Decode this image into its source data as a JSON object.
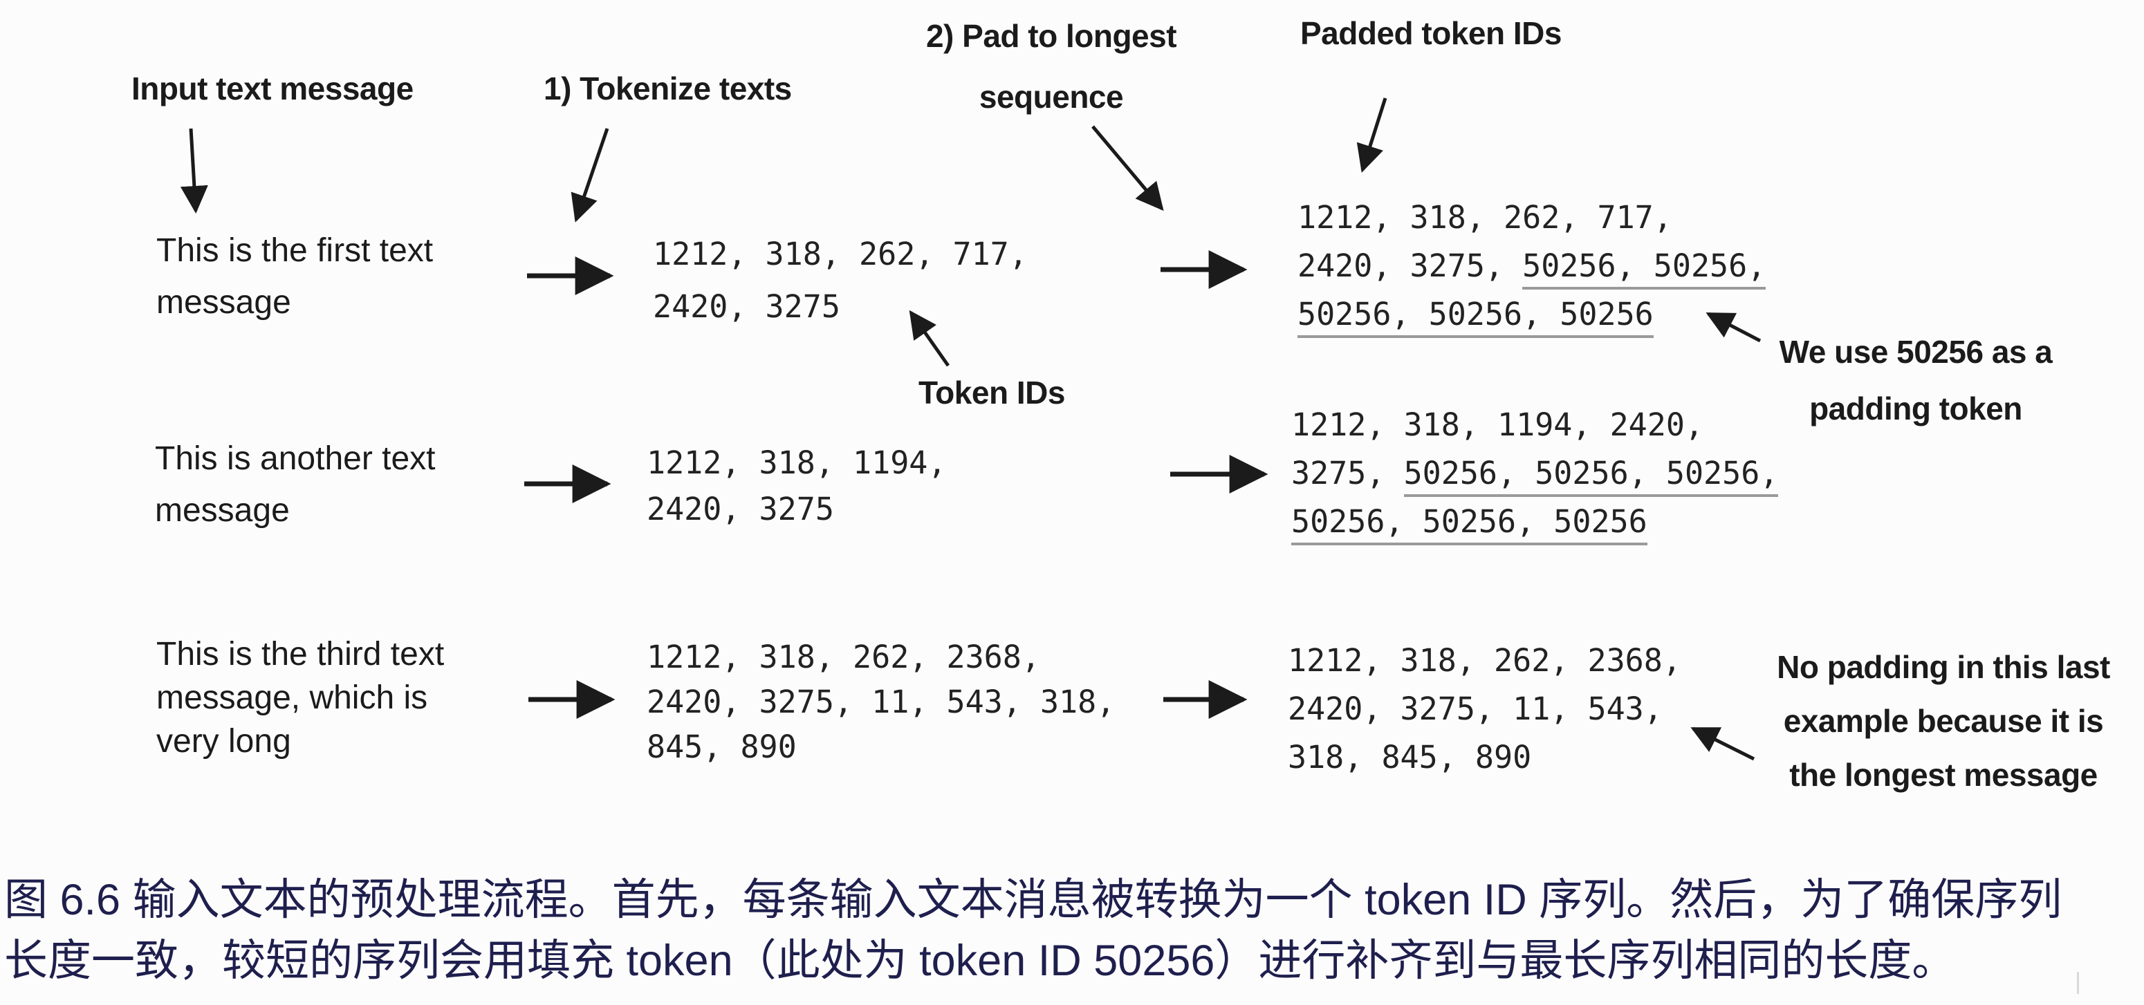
{
  "diagram": {
    "headers": {
      "input": "Input text message",
      "tokenize": "1) Tokenize texts",
      "pad_line1": "2) Pad to longest",
      "pad_line2": "sequence",
      "padded": "Padded token IDs"
    },
    "annotations": {
      "token_ids": "Token IDs",
      "we_use_line1": "We use 50256 as a",
      "we_use_line2": "padding token",
      "no_padding_line1": "No padding in this last",
      "no_padding_line2": "example because it is",
      "no_padding_line3": "the longest message"
    },
    "padding_token_id": "50256",
    "rows": [
      {
        "message_lines": [
          "This is the first text",
          "message"
        ],
        "token_lines": [
          "1212, 318, 262, 717,",
          "2420, 3275"
        ],
        "padded_lines": [
          {
            "plain": "1212, 318, 262, 717,",
            "underlined": ""
          },
          {
            "plain": "2420, 3275, ",
            "underlined": "50256, 50256,"
          },
          {
            "plain": "",
            "underlined": "50256, 50256, 50256"
          }
        ]
      },
      {
        "message_lines": [
          "This is another text",
          "message"
        ],
        "token_lines": [
          "1212, 318, 1194,",
          "2420, 3275"
        ],
        "padded_lines": [
          {
            "plain": "1212, 318, 1194, 2420,",
            "underlined": ""
          },
          {
            "plain": "3275, ",
            "underlined": "50256, 50256, 50256,"
          },
          {
            "plain": "",
            "underlined": "50256, 50256, 50256"
          }
        ]
      },
      {
        "message_lines": [
          "This is the third text",
          "message, which is",
          "very long"
        ],
        "token_lines": [
          "1212, 318, 262, 2368,",
          "2420, 3275, 11, 543, 318,",
          "845, 890"
        ],
        "padded_lines": [
          {
            "plain": "1212, 318, 262, 2368,",
            "underlined": ""
          },
          {
            "plain": "2420, 3275, 11, 543,",
            "underlined": ""
          },
          {
            "plain": "318, 845, 890",
            "underlined": ""
          }
        ]
      }
    ]
  },
  "caption": {
    "line1": "图 6.6 输入文本的预处理流程。首先，每条输入文本消息被转换为一个 token ID 序列。然后，为了确保序列",
    "line2": "长度一致，较短的序列会用填充 token（此处为 token ID 50256）进行补齐到与最长序列相同的长度。"
  },
  "colors": {
    "background": "#fcfcfc",
    "ink": "#1b1b1b",
    "caption_text": "#1f1f4e",
    "underline": "#9a9a9a"
  }
}
